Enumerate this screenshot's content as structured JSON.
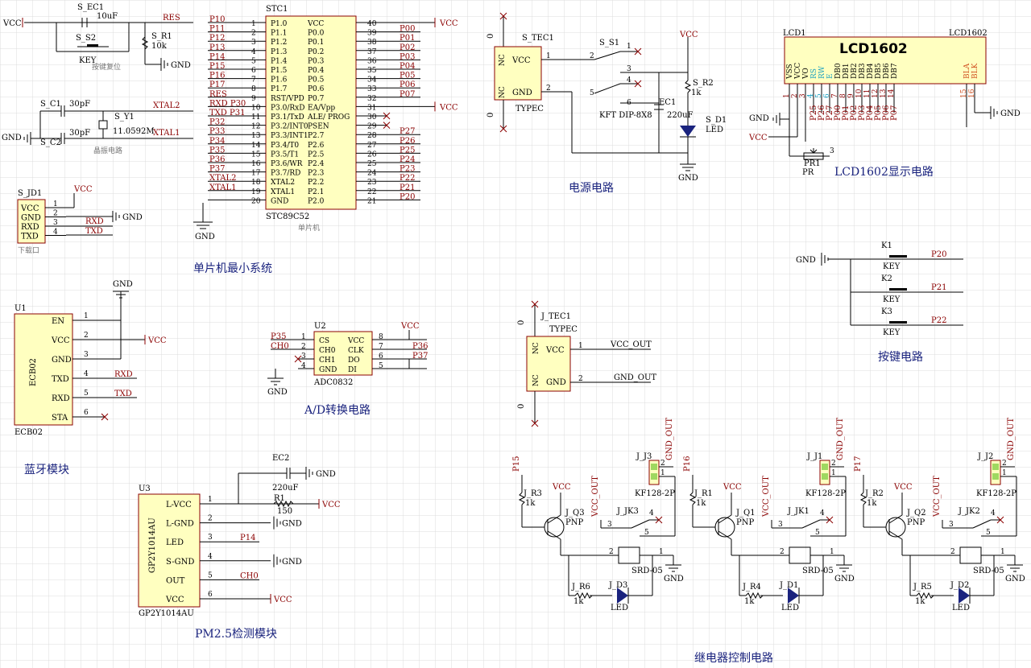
{
  "section_titles": {
    "mcu": "单片机最小系统",
    "power": "电源电路",
    "lcd": "LCD1602显示电路",
    "keys": "按键电路",
    "bt": "蓝牙模块",
    "adc": "A/D转换电路",
    "pm": "PM2.5检测模块",
    "relay": "继电器控制电路"
  },
  "notes": {
    "reset": "按键复位",
    "osc": "晶振电路",
    "mcu": "单片机",
    "dl": "下载口"
  },
  "reset": {
    "vcc": "VCC",
    "ec1": "S_EC1",
    "ec1_val": "10uF",
    "res": "RES",
    "s2": "S_S2",
    "key": "KEY",
    "r1": "S_R1",
    "r1_val": "10k",
    "gnd": "GND"
  },
  "osc": {
    "c1": "S_C1",
    "c1_val": "30pF",
    "c2": "S_C2",
    "c2_val": "30pF",
    "y1": "S_Y1",
    "y1_val": "11.0592M",
    "xtal2": "XTAL2",
    "xtal1": "XTAL1",
    "gnd": "GND"
  },
  "download": {
    "ref": "S_JD1",
    "pins": [
      "VCC",
      "GND",
      "RXD",
      "TXD"
    ],
    "nums": [
      "1",
      "2",
      "3",
      "4"
    ],
    "vcc": "VCC",
    "gnd": "GND",
    "rxd": "RXD",
    "txd": "TXD"
  },
  "mcu": {
    "ref": "STC1",
    "part": "STC89C52",
    "left": [
      {
        "net": "P10",
        "name": "P1.0",
        "num": "1"
      },
      {
        "net": "P11",
        "name": "P1.1",
        "num": "2"
      },
      {
        "net": "P12",
        "name": "P1.2",
        "num": "3"
      },
      {
        "net": "P13",
        "name": "P1.3",
        "num": "4"
      },
      {
        "net": "P14",
        "name": "P1.4",
        "num": "5"
      },
      {
        "net": "P15",
        "name": "P1.5",
        "num": "6"
      },
      {
        "net": "P16",
        "name": "P1.6",
        "num": "7"
      },
      {
        "net": "P17",
        "name": "P1.7",
        "num": "8"
      },
      {
        "net": "RES",
        "name": "RST/VPD",
        "num": "9"
      },
      {
        "net": "RXD P30",
        "name": "P3.0/RxD",
        "num": "10"
      },
      {
        "net": "TXD P31",
        "name": "P3.1/TxD",
        "num": "11"
      },
      {
        "net": "P32",
        "name": "P3.2/INT0",
        "num": "12"
      },
      {
        "net": "P33",
        "name": "P3.3/INT1",
        "num": "13"
      },
      {
        "net": "P34",
        "name": "P3.4/T0",
        "num": "14"
      },
      {
        "net": "P35",
        "name": "P3.5/T1",
        "num": "15"
      },
      {
        "net": "P36",
        "name": "P3.6/WR",
        "num": "16"
      },
      {
        "net": "P37",
        "name": "P3.7/RD",
        "num": "17"
      },
      {
        "net": "XTAL2",
        "name": "XTAL2",
        "num": "18"
      },
      {
        "net": "XTAL1",
        "name": "XTAL1",
        "num": "19"
      },
      {
        "net": "",
        "name": "GND",
        "num": "20"
      }
    ],
    "right": [
      {
        "net": "VCC",
        "name": "VCC",
        "num": "40"
      },
      {
        "net": "P00",
        "name": "P0.0",
        "num": "39"
      },
      {
        "net": "P01",
        "name": "P0.1",
        "num": "38"
      },
      {
        "net": "P02",
        "name": "P0.2",
        "num": "37"
      },
      {
        "net": "P03",
        "name": "P0.3",
        "num": "36"
      },
      {
        "net": "P04",
        "name": "P0.4",
        "num": "35"
      },
      {
        "net": "P05",
        "name": "P0.5",
        "num": "34"
      },
      {
        "net": "P06",
        "name": "P0.6",
        "num": "33"
      },
      {
        "net": "P07",
        "name": "P0.7",
        "num": "32"
      },
      {
        "net": "VCC",
        "name": "EA/Vpp",
        "num": "31"
      },
      {
        "net": "",
        "name": "ALE/ PROG",
        "num": "30"
      },
      {
        "net": "",
        "name": "PSEN",
        "num": "29"
      },
      {
        "net": "P27",
        "name": "P2.7",
        "num": "28"
      },
      {
        "net": "P26",
        "name": "P2.6",
        "num": "27"
      },
      {
        "net": "P25",
        "name": "P2.5",
        "num": "26"
      },
      {
        "net": "P24",
        "name": "P2.4",
        "num": "25"
      },
      {
        "net": "P23",
        "name": "P2.3",
        "num": "24"
      },
      {
        "net": "P22",
        "name": "P2.2",
        "num": "23"
      },
      {
        "net": "P21",
        "name": "P2.1",
        "num": "22"
      },
      {
        "net": "P20",
        "name": "P2.0",
        "num": "21"
      }
    ],
    "gnd": "GND"
  },
  "power": {
    "ref": "S_TEC1",
    "type": "TYPEC",
    "nc": "NC",
    "vcc": "VCC",
    "gnd": "GND",
    "p1": "1",
    "p2": "2",
    "zero": "0",
    "sw": "S_S1",
    "sw_part": "KFT DIP-8X8",
    "sw_pins": [
      "1",
      "2",
      "3",
      "4",
      "5",
      "6"
    ],
    "r2": "S_R2",
    "r2_val": "1k",
    "ec1": "EC1",
    "ec1_val": "220uF",
    "d1": "S_D1",
    "d1_val": "LED",
    "vcc_top": "VCC",
    "gnd_bot": "GND"
  },
  "lcd": {
    "ref": "LCD1",
    "part": "LCD1602",
    "name": "LCD1602",
    "pins": [
      "VSS",
      "VCC",
      "VO",
      "RS",
      "RW",
      "E",
      "DB0",
      "DB1",
      "DB2",
      "DB3",
      "DB4",
      "DB5",
      "DB6",
      "DB7",
      "BLA",
      "BLK"
    ],
    "nums": [
      "1",
      "2",
      "3",
      "4",
      "5",
      "6",
      "7",
      "8",
      "9",
      "10",
      "11",
      "12",
      "13",
      "14",
      "15",
      "16"
    ],
    "nets": [
      "",
      "",
      "",
      "P25",
      "P26",
      "P27",
      "P00",
      "P01",
      "P02",
      "P03",
      "P04",
      "P05",
      "P06",
      "P07",
      "",
      ""
    ],
    "gnd": "GND",
    "vcc": "VCC",
    "pr": "PR1",
    "pr_val": "PR",
    "pr_num": "3",
    "gnd_r": "GND"
  },
  "keys": {
    "gnd": "GND",
    "items": [
      {
        "ref": "K1",
        "val": "KEY",
        "net": "P20"
      },
      {
        "ref": "K2",
        "val": "KEY",
        "net": "P21"
      },
      {
        "ref": "K3",
        "val": "KEY",
        "net": "P22"
      }
    ]
  },
  "bt": {
    "ref": "U1",
    "part": "ECB02",
    "label": "ECB02",
    "gnd_top": "GND",
    "pins": [
      {
        "name": "EN",
        "num": "1",
        "net": ""
      },
      {
        "name": "VCC",
        "num": "2",
        "net": "VCC"
      },
      {
        "name": "GND",
        "num": "3",
        "net": ""
      },
      {
        "name": "TXD",
        "num": "4",
        "net": "RXD"
      },
      {
        "name": "RXD",
        "num": "5",
        "net": "TXD"
      },
      {
        "name": "STA",
        "num": "6",
        "net": ""
      }
    ]
  },
  "adc": {
    "ref": "U2",
    "part": "ADC0832",
    "vcc": "VCC",
    "gnd": "GND",
    "left": [
      {
        "net": "P35",
        "name": "CS",
        "num": "1"
      },
      {
        "net": "CH0",
        "name": "CH0",
        "num": "2"
      },
      {
        "net": "",
        "name": "CH1",
        "num": "3"
      },
      {
        "net": "",
        "name": "GND",
        "num": "4"
      }
    ],
    "right": [
      {
        "net": "",
        "name": "VCC",
        "num": "8"
      },
      {
        "net": "P36",
        "name": "CLK",
        "num": "7"
      },
      {
        "net": "P37",
        "name": "DO",
        "num": "6"
      },
      {
        "net": "",
        "name": "DI",
        "num": "5"
      }
    ]
  },
  "tec2": {
    "ref": "J_TEC1",
    "type": "TYPEC",
    "nc": "NC",
    "vcc": "VCC",
    "gnd": "GND",
    "vcc_out": "VCC_OUT",
    "gnd_out": "GND_OUT",
    "p1": "1",
    "p2": "2",
    "zero": "0"
  },
  "pm": {
    "ref": "U3",
    "part": "GP2Y1014AU",
    "label": "GP2Y1014AU",
    "ec2": "EC2",
    "ec2_val": "220uF",
    "r1": "R1",
    "r1_val": "150",
    "gnd": "GND",
    "vcc": "VCC",
    "pins": [
      {
        "name": "L-VCC",
        "num": "1",
        "net": "VCC"
      },
      {
        "name": "L-GND",
        "num": "2",
        "net": "GND"
      },
      {
        "name": "LED",
        "num": "3",
        "net": "P14"
      },
      {
        "name": "S-GND",
        "num": "4",
        "net": "GND"
      },
      {
        "name": "OUT",
        "num": "5",
        "net": "CH0"
      },
      {
        "name": "VCC",
        "num": "6",
        "net": "VCC"
      }
    ]
  },
  "relays": [
    {
      "in": "P15",
      "r": "J_R3",
      "r_val": "1k",
      "q": "J_Q3",
      "q_type": "PNP",
      "vcc": "VCC",
      "vcc_out": "VCC_OUT",
      "gnd_out": "GND_OUT",
      "j": "J_J3",
      "j_part": "KF128-2P",
      "jk": "J_JK3",
      "jk_part": "SRD-05",
      "r2": "J_R6",
      "r2_val": "1k",
      "d": "J_D3",
      "d_val": "LED",
      "gnd": "GND"
    },
    {
      "in": "P16",
      "r": "J_R1",
      "r_val": "1k",
      "q": "J_Q1",
      "q_type": "PNP",
      "vcc": "VCC",
      "vcc_out": "VCC_OUT",
      "gnd_out": "GND_OUT",
      "j": "J_J1",
      "j_part": "KF128-2P",
      "jk": "J_JK1",
      "jk_part": "SRD-05",
      "r2": "J_R4",
      "r2_val": "1k",
      "d": "J_D1",
      "d_val": "LED",
      "gnd": "GND"
    },
    {
      "in": "P17",
      "r": "J_R2",
      "r_val": "1k",
      "q": "J_Q2",
      "q_type": "PNP",
      "vcc": "VCC",
      "vcc_out": "VCC_OUT",
      "gnd_out": "GND_OUT",
      "j": "J_J2",
      "j_part": "KF128-2P",
      "jk": "J_JK2",
      "jk_part": "SRD-05",
      "r2": "J_R5",
      "r2_val": "1k",
      "d": "J_D2",
      "d_val": "LED",
      "gnd": "GND"
    }
  ],
  "relay_pins": {
    "p1": "1",
    "p2": "2",
    "p3": "3",
    "p4": "4",
    "p5": "5"
  },
  "colors": {
    "wire": "#000000",
    "net": "#8b0000",
    "title": "#1a237e",
    "chip": "#ffffc0",
    "grid": "#d8d8d8",
    "lcd_blue": "#1aa0c0",
    "lcd_red": "#d05020"
  }
}
